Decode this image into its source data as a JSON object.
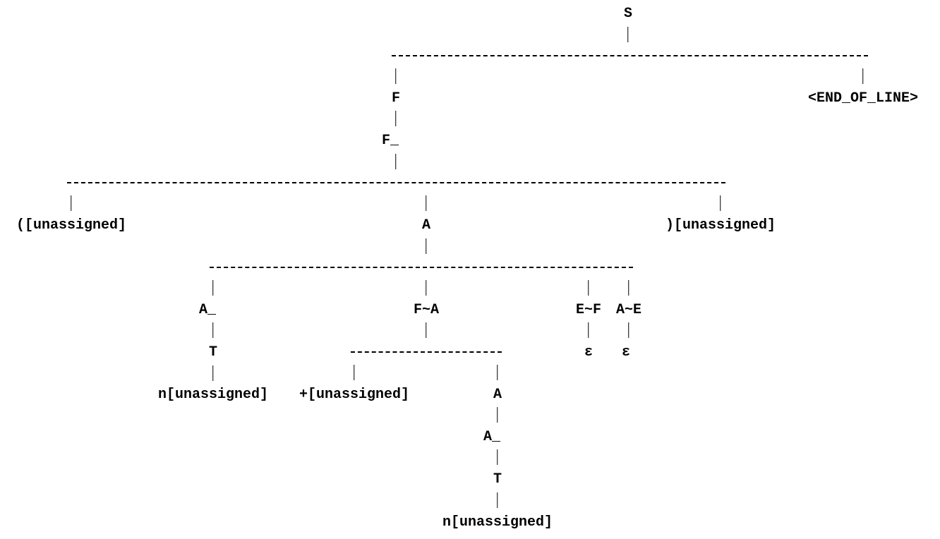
{
  "nodes": {
    "S": "S",
    "F": "F",
    "F_": "F_",
    "END_OF_LINE": "<END_OF_LINE>",
    "LPAREN": "([unassigned]",
    "A": "A",
    "RPAREN": ")[unassigned]",
    "A_1": "A_",
    "FtildeA": "F~A",
    "EtildeF": "E~F",
    "AtildeE": "A~E",
    "T_1": "T",
    "EPS_1": "ε",
    "EPS_2": "ε",
    "N_1": "n[unassigned]",
    "PLUS": "+[unassigned]",
    "A_2": "A",
    "A_3": "A_",
    "T_2": "T",
    "N_2": "n[unassigned]"
  }
}
